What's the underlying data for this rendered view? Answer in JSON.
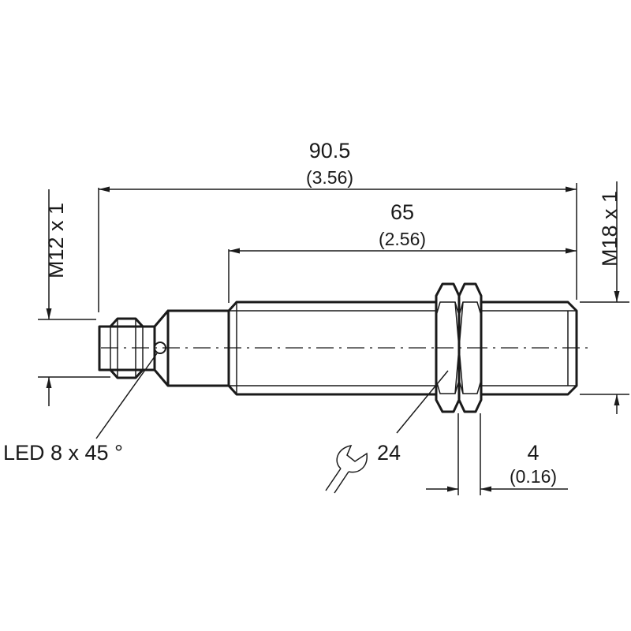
{
  "drawing": {
    "overall_length": {
      "value": "90.5",
      "inch": "(3.56)"
    },
    "thread_length": {
      "value": "65",
      "inch": "(2.56)"
    },
    "nut_thickness": {
      "value": "4",
      "inch": "(0.16)"
    },
    "connector_thread": "M12 x 1",
    "body_thread": "M18 x 1",
    "led_label": "LED 8 x 45 °",
    "wrench_size": "24",
    "line_color": "#1a1a1a"
  }
}
